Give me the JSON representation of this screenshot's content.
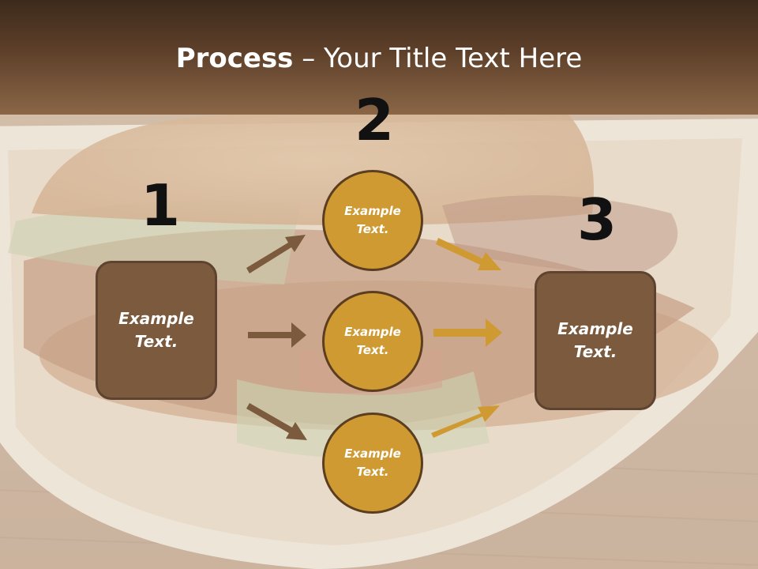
{
  "title": {
    "bold": "Process",
    "rest": " – Your Title Text Here"
  },
  "steps": [
    {
      "number": "1",
      "label": "Example Text."
    },
    {
      "number": "2",
      "label": "Example Text."
    },
    {
      "number": "3",
      "label": "Example Text."
    }
  ],
  "circles": [
    {
      "label": "Example Text."
    },
    {
      "label": "Example Text."
    },
    {
      "label": "Example Text."
    }
  ],
  "colors": {
    "box_fill": "#7b5a3e",
    "circle_fill": "#d09a33",
    "arrow_brown": "#7b5a3e",
    "arrow_gold": "#d09a33",
    "header_dark": "#3d2a1c"
  }
}
